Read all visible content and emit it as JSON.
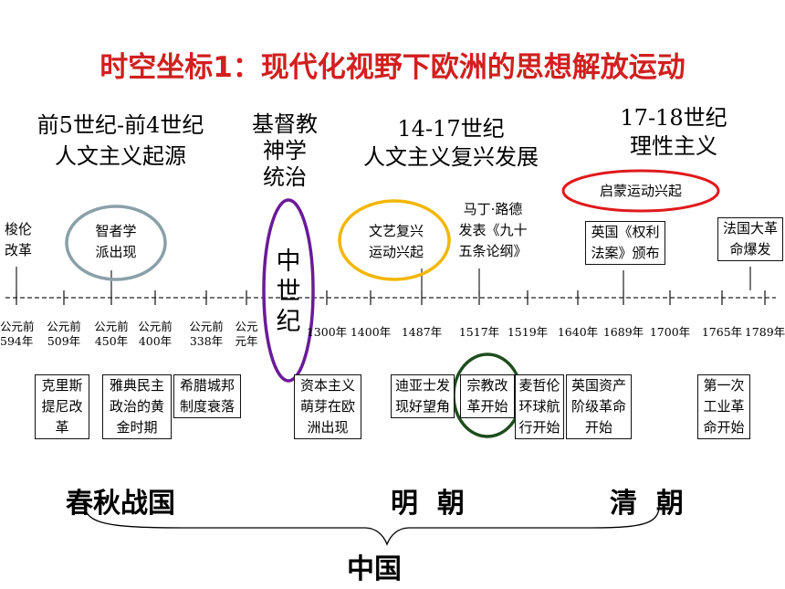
{
  "title": "时空坐标1：现代化视野下欧洲的思想解放运动",
  "eras": [
    {
      "l1": "前5世纪-前4世纪",
      "l2": "人文主义起源"
    },
    {
      "l1": "基督教",
      "l2": "神学",
      "l3": "统治"
    },
    {
      "l1": "14-17世纪",
      "l2": "人文主义复兴发展"
    },
    {
      "l1": "17-18世纪",
      "l2": "理性主义"
    }
  ],
  "middle_ages": "中世纪",
  "events_above": [
    {
      "l1": "梭伦",
      "l2": "改革"
    },
    {
      "l1": "智者学",
      "l2": "派出现"
    },
    {
      "l1": "文艺复兴",
      "l2": "运动兴起"
    },
    {
      "l1": "马丁·路德",
      "l2": "发表《九十",
      "l3": "五条论纲》"
    },
    {
      "l1": "启蒙运动兴起"
    },
    {
      "l1": "英国《权利",
      "l2": "法案》颁布"
    },
    {
      "l1": "法国大革",
      "l2": "命爆发"
    }
  ],
  "ticks": [
    {
      "l1": "公元前",
      "l2": "594年"
    },
    {
      "l1": "公元前",
      "l2": "509年"
    },
    {
      "l1": "公元前",
      "l2": "450年"
    },
    {
      "l1": "公元前",
      "l2": "400年"
    },
    {
      "l1": "公元前",
      "l2": "338年"
    },
    {
      "l1": "公元",
      "l2": "元年"
    },
    {
      "l1": "1300年"
    },
    {
      "l1": "1400年"
    },
    {
      "l1": "1487年"
    },
    {
      "l1": "1517年"
    },
    {
      "l1": "1519年"
    },
    {
      "l1": "1640年"
    },
    {
      "l1": "1689年"
    },
    {
      "l1": "1700年"
    },
    {
      "l1": "1765年"
    },
    {
      "l1": "1789年"
    }
  ],
  "events_below": [
    {
      "l1": "克里斯",
      "l2": "提尼改",
      "l3": "革"
    },
    {
      "l1": "雅典民主",
      "l2": "政治的黄",
      "l3": "金时期"
    },
    {
      "l1": "希腊城邦",
      "l2": "制度衰落"
    },
    {
      "l1": "资本主义",
      "l2": "萌芽在欧",
      "l3": "洲出现"
    },
    {
      "l1": "迪亚士发",
      "l2": "现好望角"
    },
    {
      "l1": "宗教改",
      "l2": "革开始"
    },
    {
      "l1": "麦哲伦",
      "l2": "环球航",
      "l3": "行开始"
    },
    {
      "l1": "英国资产",
      "l2": "阶级革命",
      "l3": "开始"
    },
    {
      "l1": "第一次",
      "l2": "工业革",
      "l3": "命开始"
    }
  ],
  "dynasties": [
    "春秋战国",
    "明  朝",
    "清  朝"
  ],
  "china": "中国",
  "colors": {
    "title": "#d21f1f",
    "circle_grey": "#8aa0a8",
    "circle_purple": "#6a1b9a",
    "circle_yellow": "#f2b705",
    "circle_green": "#1e4d1e",
    "circle_red": "#e0191c"
  }
}
